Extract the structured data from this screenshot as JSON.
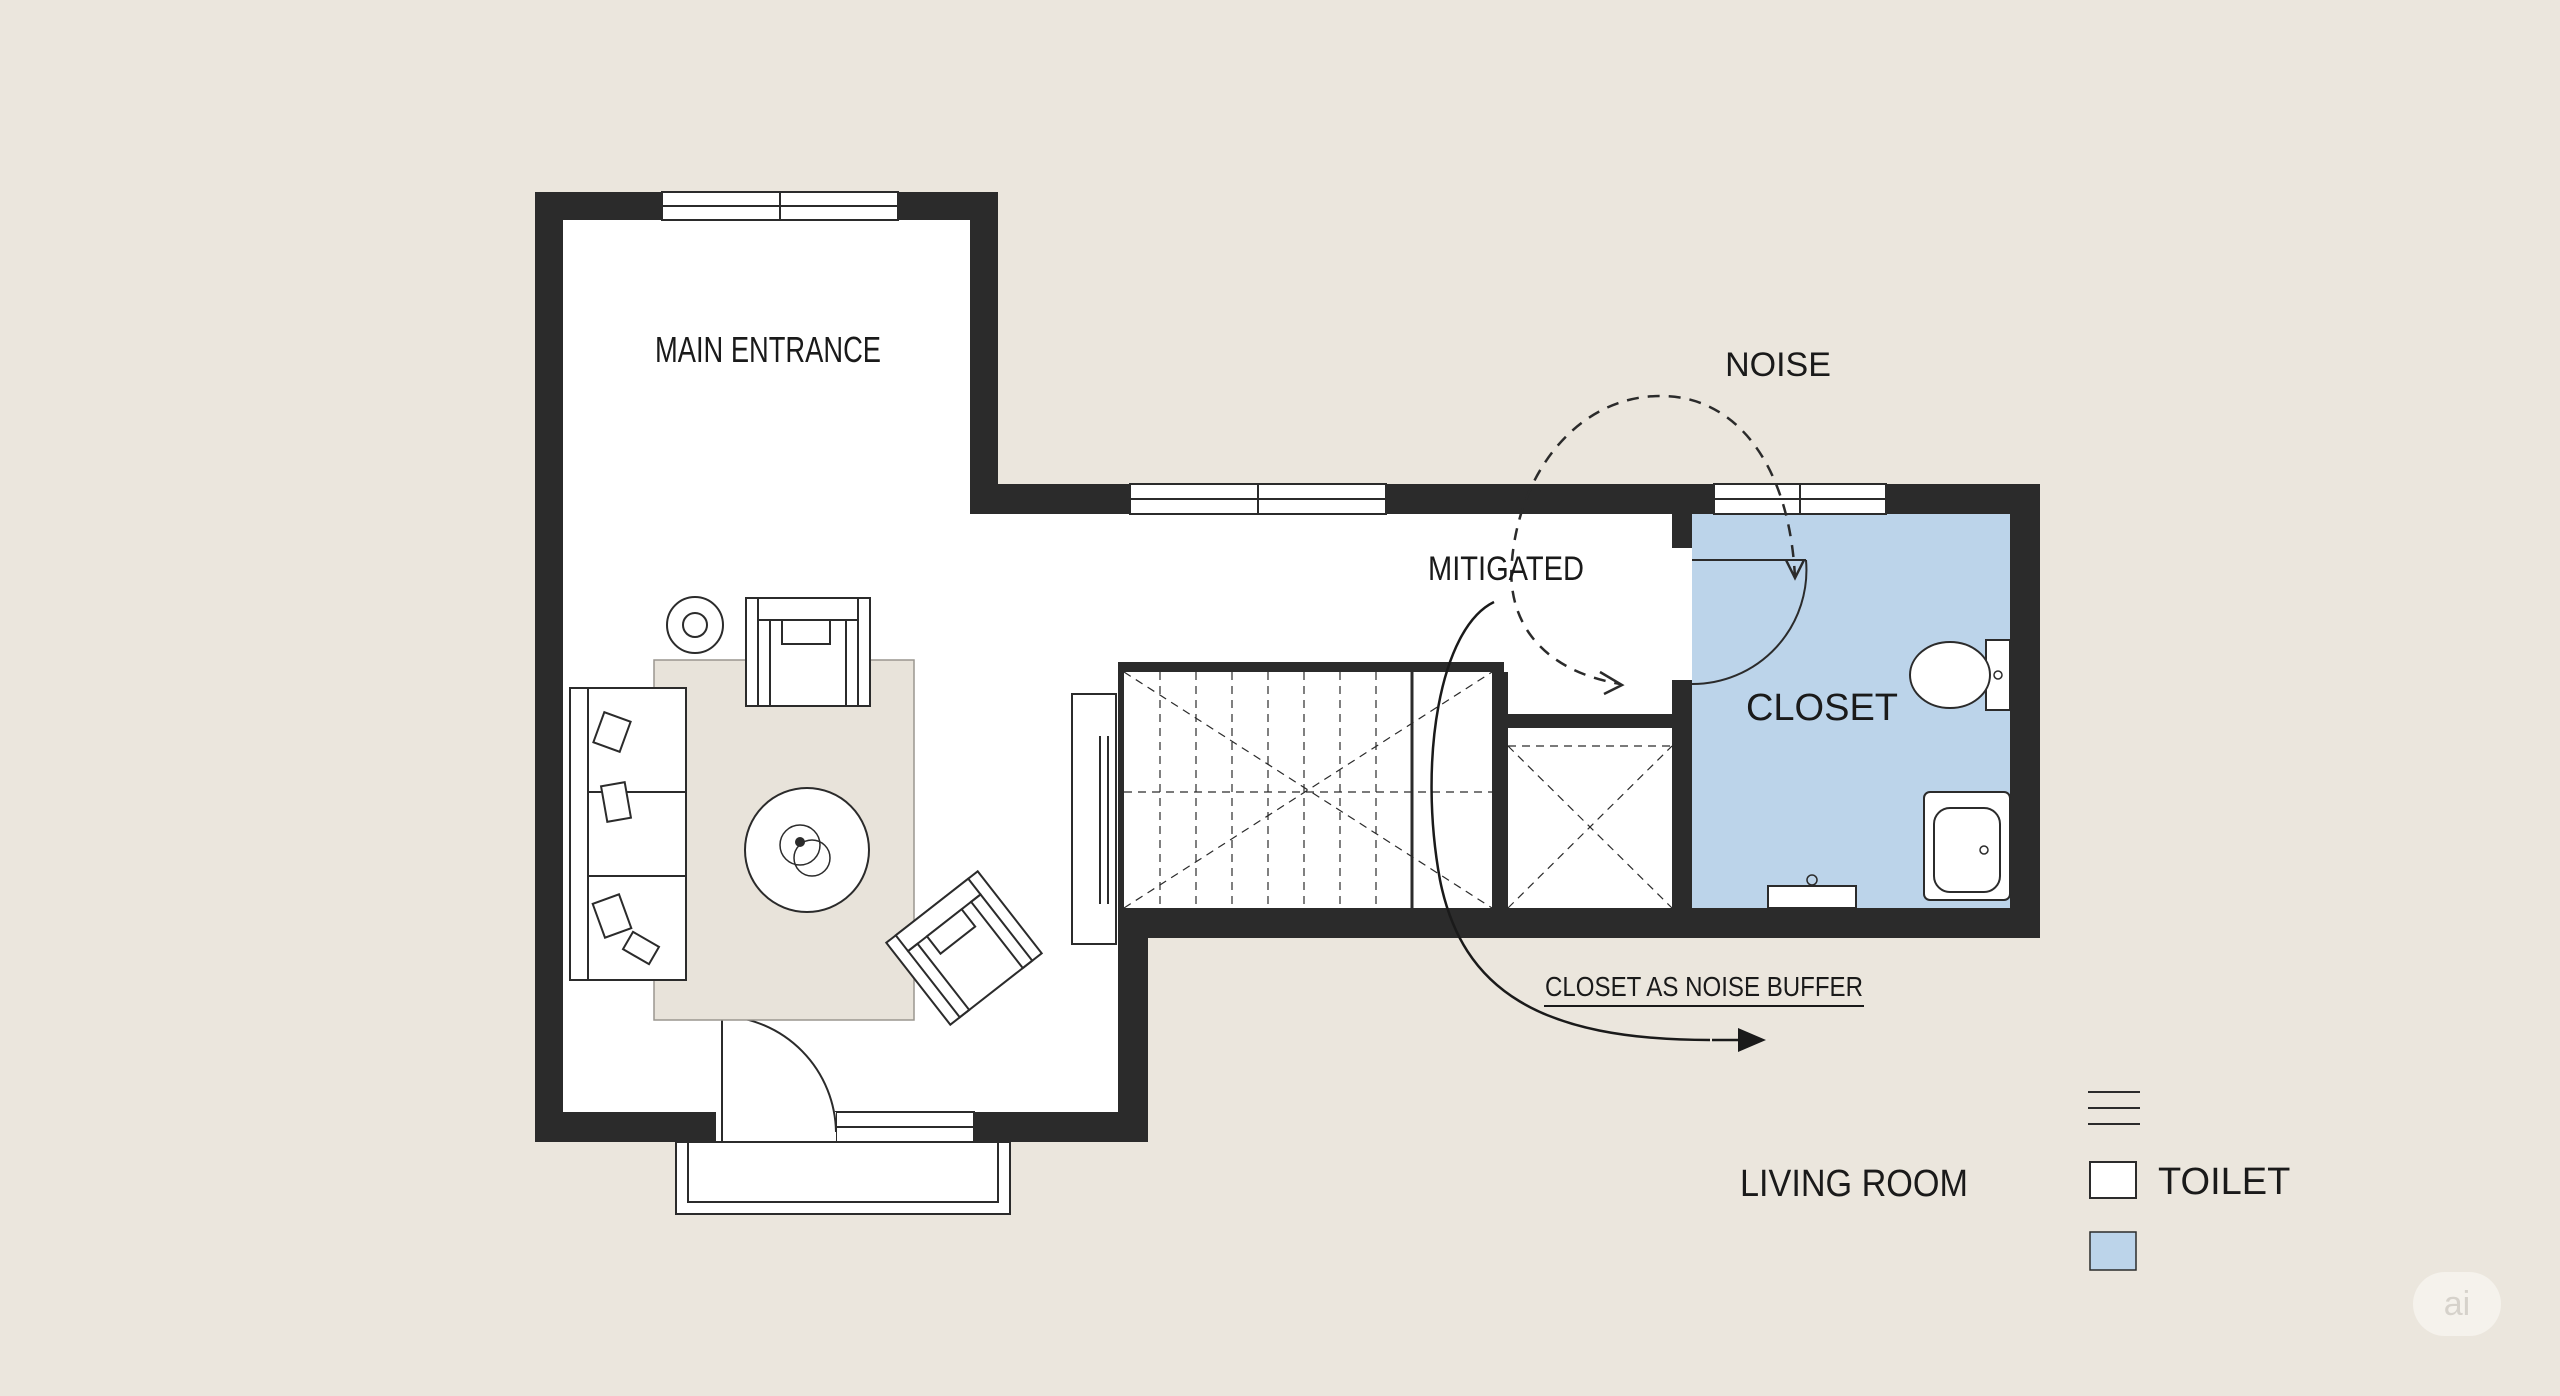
{
  "labels": {
    "main_entrance": "MAIN ENTRANCE",
    "noise": "NOISE",
    "mitigated": "MITIGATED",
    "closet": "CLOSET",
    "closet_as_noise_buffer": "CLOSET AS NOISE BUFFER"
  },
  "legend": {
    "items": [
      {
        "icon": "hatch-lines-icon",
        "label": ""
      },
      {
        "icon": "white-swatch-icon",
        "label": "TOILET"
      },
      {
        "icon": "blue-swatch-icon",
        "label": ""
      }
    ],
    "living_room_label": "LIVING ROOM"
  },
  "watermark": "ai",
  "colors": {
    "background": "#ebe6dd",
    "wall": "#2b2b2b",
    "closet": "#bcd4ea",
    "rug": "#e8e3da"
  }
}
